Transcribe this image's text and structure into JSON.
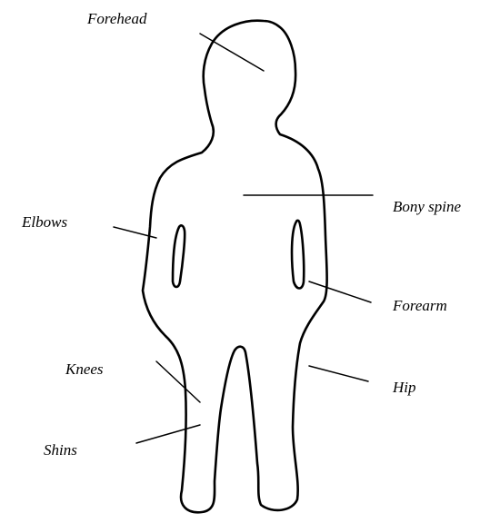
{
  "diagram": {
    "labels": {
      "forehead": "Forehead",
      "bony_spine": "Bony spine",
      "elbows": "Elbows",
      "forearm": "Forearm",
      "knees": "Knees",
      "hip": "Hip",
      "shins": "Shins"
    },
    "colors": {
      "ink": "#000000",
      "background": "#ffffff"
    }
  }
}
